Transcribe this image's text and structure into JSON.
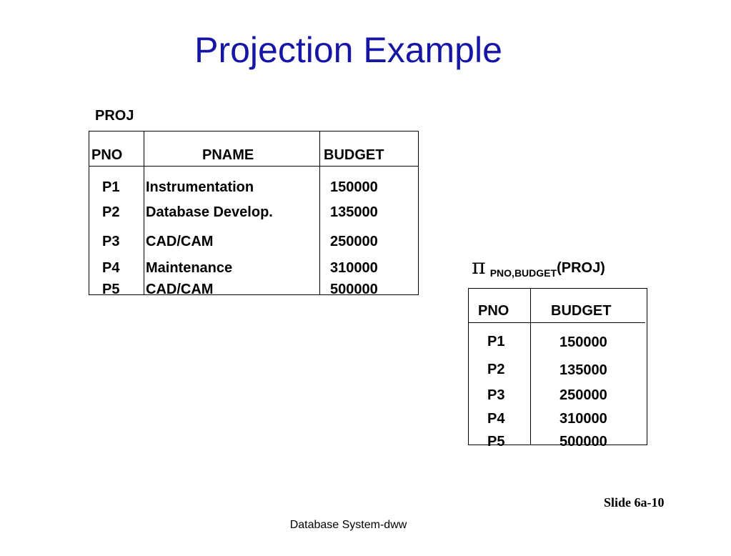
{
  "title": "Projection Example",
  "proj_table": {
    "caption": "PROJ",
    "headers": [
      "PNO",
      "PNAME",
      "BUDGET"
    ],
    "rows": [
      [
        "P1",
        "Instrumentation",
        "150000"
      ],
      [
        "P2",
        "Database Develop.",
        "135000"
      ],
      [
        "P3",
        "CAD/CAM",
        "250000"
      ],
      [
        "P4",
        "Maintenance",
        "310000"
      ],
      [
        "P5",
        "CAD/CAM",
        "500000"
      ]
    ]
  },
  "projection": {
    "symbol": "π",
    "subscript": "PNO,BUDGET",
    "argument": "(PROJ)",
    "headers": [
      "PNO",
      "BUDGET"
    ],
    "rows": [
      [
        "P1",
        "150000"
      ],
      [
        "P2",
        "135000"
      ],
      [
        "P3",
        "250000"
      ],
      [
        "P4",
        "310000"
      ],
      [
        "P5",
        "500000"
      ]
    ]
  },
  "slide_number": "Slide 6a-10",
  "footer": "Database System-dww"
}
